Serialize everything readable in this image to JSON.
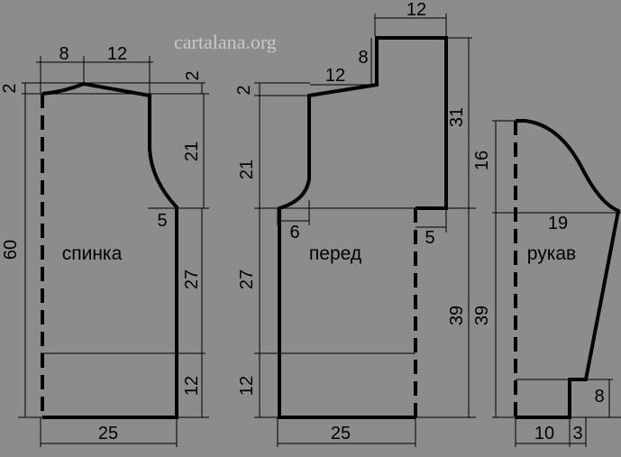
{
  "watermark": "cartalana.org",
  "pieces": {
    "back": {
      "name": "спинка"
    },
    "front": {
      "name": "перед"
    },
    "sleeve": {
      "name": "рукав"
    }
  },
  "dims": {
    "back_neck": "8",
    "back_shoulder": "12",
    "back_shoulder_drop_left": "2",
    "back_shoulder_drop_right": "2",
    "back_length": "60",
    "back_armhole": "21",
    "back_armhole_inset": "5",
    "back_side": "27",
    "back_rib": "12",
    "back_width": "25",
    "front_top_width": "12",
    "front_neck_step": "8",
    "front_shoulder": "12",
    "front_shoulder_drop": "2",
    "front_upper": "31",
    "front_armhole": "21",
    "front_armhole_inset": "6",
    "front_inset_right": "5",
    "front_side": "27",
    "front_rib": "12",
    "front_width": "25",
    "front_lower_right": "39",
    "sleeve_cap": "16",
    "sleeve_width": "19",
    "sleeve_length": "39",
    "sleeve_cuff": "8",
    "sleeve_bottom": "10",
    "sleeve_cuff_width": "3"
  }
}
